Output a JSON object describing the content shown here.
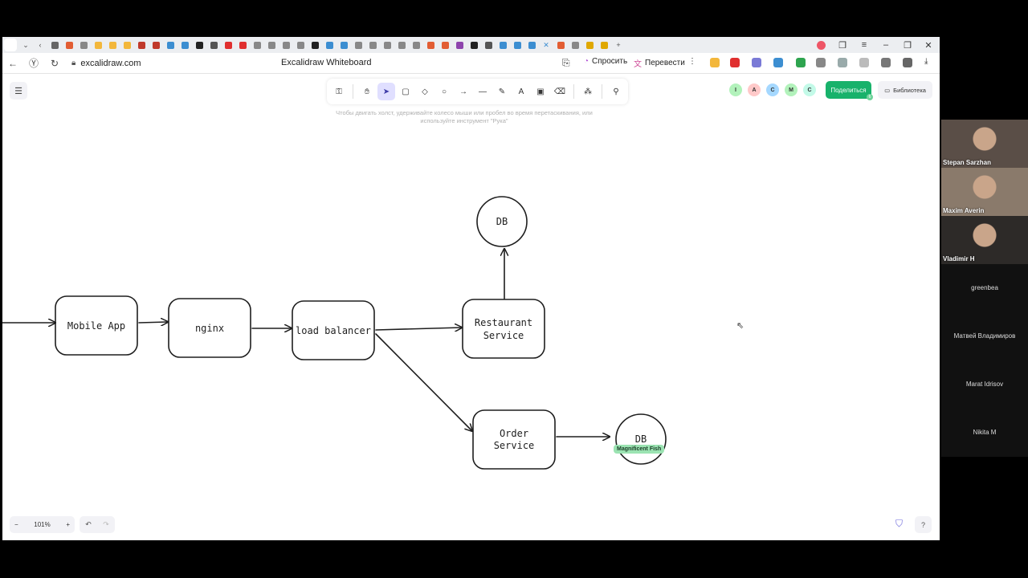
{
  "browser": {
    "url": "excalidraw.com",
    "page_title": "Excalidraw Whiteboard",
    "ask_label": "Спросить",
    "translate_label": "Перевести",
    "tab_icon_colors": [
      "#666",
      "#e25d33",
      "#888",
      "#f3b73b",
      "#f3b73b",
      "#f3b73b",
      "#c0392b",
      "#c0392b",
      "#3c8ed1",
      "#3c8ed1",
      "#222",
      "#555",
      "#e02f2f",
      "#e02f2f",
      "#888",
      "#888",
      "#888",
      "#888",
      "#222",
      "#3c8ed1",
      "#3c8ed1",
      "#888",
      "#888",
      "#888",
      "#888",
      "#888",
      "#e25d33",
      "#e25d33",
      "#8e44ad",
      "#222",
      "#555",
      "#3c8ed1",
      "#3c8ed1",
      "#3c8ed1"
    ]
  },
  "excalidraw": {
    "hint": "Чтобы двигать холст, удерживайте колесо мыши или пробел во время перетаскивания, или используйте инструмент \"Рука\"",
    "share_label": "Поделиться",
    "share_count": "6",
    "library_label": "Библиотека",
    "zoom_level": "101%",
    "collaborators": [
      {
        "initial": "I",
        "color": "#b2f2bb"
      },
      {
        "initial": "A",
        "color": "#ffc9c9"
      },
      {
        "initial": "C",
        "color": "#a5d8ff"
      },
      {
        "initial": "M",
        "color": "#b2f2bb"
      },
      {
        "initial": "C",
        "color": "#c3fae8"
      }
    ],
    "cursor_user": "Magnificent Fish"
  },
  "diagram": {
    "nodes": {
      "mobile_app": "Mobile App",
      "nginx": "nginx",
      "load_balancer": "load balancer",
      "restaurant_service_1": "Restaurant",
      "restaurant_service_2": "Service",
      "order_service_1": "Order",
      "order_service_2": "Service",
      "db_top": "DB",
      "db_bottom": "DB"
    }
  },
  "call": {
    "participants": [
      {
        "name": "Stepan Sarzhan",
        "video": true,
        "bg": "#5a4e47"
      },
      {
        "name": "Maxim Averin",
        "video": true,
        "bg": "#8a7a6b"
      },
      {
        "name": "Vladimir H",
        "video": true,
        "bg": "#2d2a28"
      },
      {
        "name": "greenbea",
        "video": false
      },
      {
        "name": "Матвей Владимиров",
        "video": false
      },
      {
        "name": "Marat Idrisov",
        "video": false
      },
      {
        "name": "Nikita M",
        "video": false
      }
    ]
  }
}
